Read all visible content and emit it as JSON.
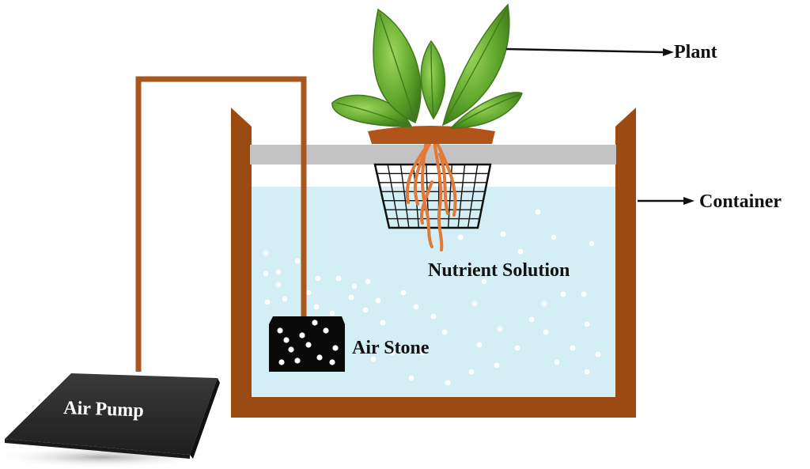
{
  "labels": {
    "plant": "Plant",
    "container": "Container",
    "nutrient_solution": "Nutrient Solution",
    "air_stone": "Air Stone",
    "air_pump": "Air Pump"
  },
  "colors": {
    "container_wall": "#9b4a12",
    "tubing": "#a8581c",
    "water": "#d3eef5",
    "lid": "#c3c3c3",
    "air_stone": "#0a0a0a",
    "air_pump": "#2a2a2a",
    "pot_rim": "#b0541a",
    "roots": "#e07a3a",
    "leaf": "#5fa52c",
    "leaf_dark": "#3f7a1c",
    "bubble": "#ffffff"
  },
  "icons": {
    "plant": "leafy-plant-icon",
    "air_stone": "air-stone-icon",
    "air_pump": "air-pump-icon"
  }
}
